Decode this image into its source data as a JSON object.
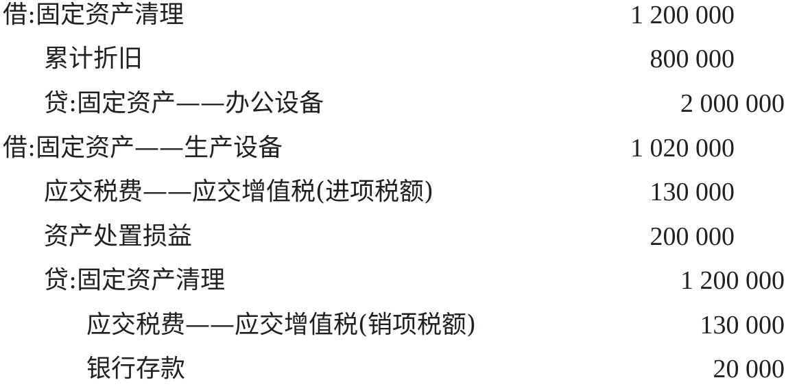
{
  "entries": [
    {
      "lines": [
        {
          "account": "借:固定资产清理",
          "amount": "1 200 000"
        },
        {
          "account": "累计折旧",
          "amount": "800 000"
        },
        {
          "account": "贷:固定资产——办公设备",
          "amount": "2 000 000"
        }
      ]
    },
    {
      "lines": [
        {
          "account": "借:固定资产——生产设备",
          "amount": "1 020 000"
        },
        {
          "account": "应交税费——应交增值税(进项税额)",
          "amount": "130 000"
        },
        {
          "account": "资产处置损益",
          "amount": "200 000"
        },
        {
          "account": "贷:固定资产清理",
          "amount": "1 200 000"
        },
        {
          "account": "应交税费——应交增值税(销项税额)",
          "amount": "130 000"
        },
        {
          "account": "银行存款",
          "amount": "20 000"
        }
      ]
    }
  ]
}
